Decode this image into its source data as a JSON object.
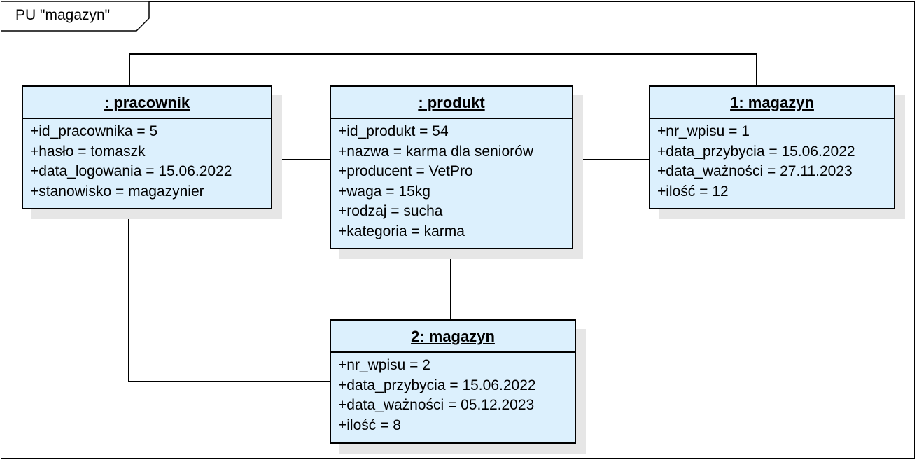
{
  "frame": {
    "label": "PU \"magazyn\""
  },
  "objects": {
    "pracownik": {
      "title": ": pracownik",
      "attributes": [
        "+id_pracownika = 5",
        "+hasło = tomaszk",
        "+data_logowania = 15.06.2022",
        "+stanowisko = magazynier"
      ]
    },
    "produkt": {
      "title": ": produkt",
      "attributes": [
        "+id_produkt = 54",
        "+nazwa = karma dla seniorów",
        "+producent = VetPro",
        "+waga = 15kg",
        "+rodzaj = sucha",
        "+kategoria = karma"
      ]
    },
    "magazyn1": {
      "title": "1: magazyn",
      "attributes": [
        "+nr_wpisu = 1",
        "+data_przybycia = 15.06.2022",
        "+data_ważności = 27.11.2023",
        "+ilość = 12"
      ]
    },
    "magazyn2": {
      "title": "2: magazyn",
      "attributes": [
        "+nr_wpisu = 2",
        "+data_przybycia = 15.06.2022",
        "+data_ważności = 05.12.2023",
        "+ilość = 8"
      ]
    }
  },
  "links": [
    {
      "from": "pracownik",
      "to": "magazyn1"
    },
    {
      "from": "pracownik",
      "to": "produkt"
    },
    {
      "from": "produkt",
      "to": "magazyn1"
    },
    {
      "from": "produkt",
      "to": "magazyn2"
    },
    {
      "from": "pracownik",
      "to": "magazyn2"
    }
  ],
  "colors": {
    "object_fill": "#dcf0fd",
    "shadow": "#e6e6e6",
    "line": "#000000"
  }
}
